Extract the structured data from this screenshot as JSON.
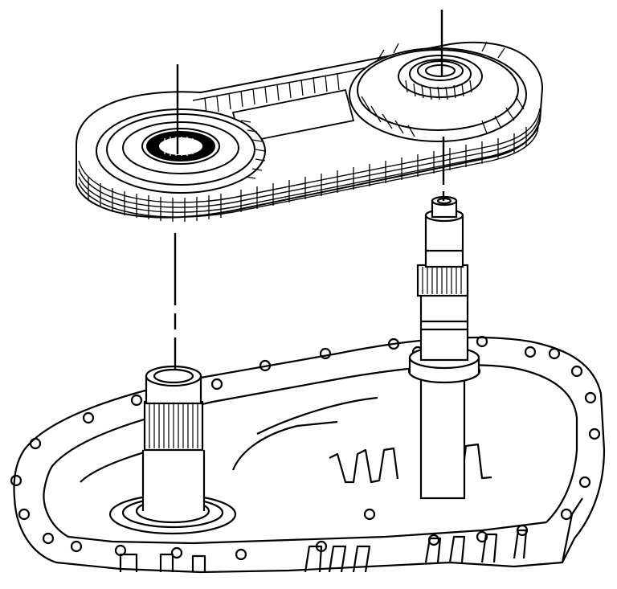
{
  "diagram": {
    "colors": {
      "background": "#ffffff",
      "line": "#000000",
      "fill_light": "#ffffff",
      "fill_dark": "#000000",
      "shade": "#d9d9d9"
    },
    "parts": [
      {
        "name": "drive-chain",
        "icon": "chain-icon"
      },
      {
        "name": "rear-sprocket",
        "icon": "sprocket-icon"
      },
      {
        "name": "front-sprocket",
        "icon": "sprocket-icon"
      },
      {
        "name": "front-output-shaft",
        "icon": "shaft-icon"
      },
      {
        "name": "rear-output-shaft",
        "icon": "shaft-icon"
      },
      {
        "name": "transfer-case-housing",
        "icon": "housing-icon"
      }
    ]
  }
}
